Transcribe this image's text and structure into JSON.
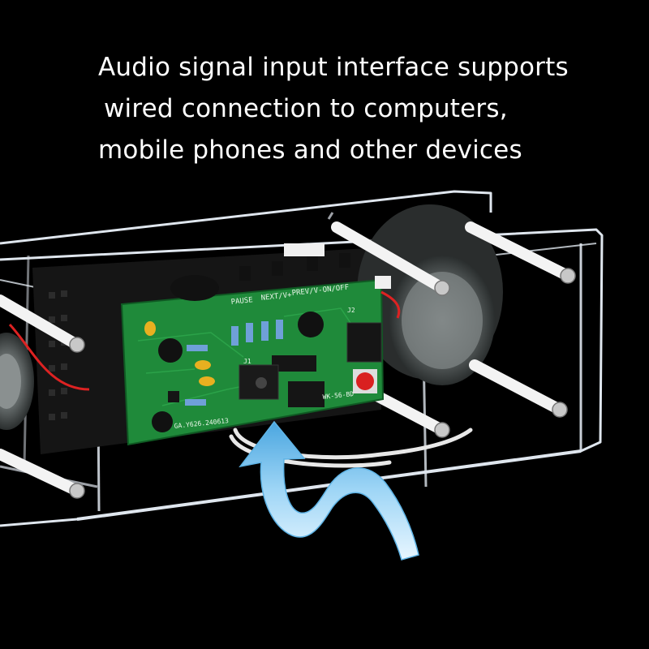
{
  "caption": {
    "line1": "Audio signal input interface supports",
    "line2": "wired connection to computers,",
    "line3": "mobile phones and other devices"
  },
  "board_labels": {
    "pause": "PAUSE",
    "next": "NEXT/V+",
    "prev": "PREV/V-",
    "onoff": "ON/OFF",
    "model": "WK-56-BD",
    "date": "GA.Y626.240613",
    "j1": "J1",
    "j2": "J2"
  },
  "colors": {
    "background": "#000000",
    "pcb": "#1f8a3a",
    "acrylic": "#e6ecf2",
    "arrow": "#8fd0f5"
  },
  "icons": [
    "curved-arrow-icon"
  ]
}
